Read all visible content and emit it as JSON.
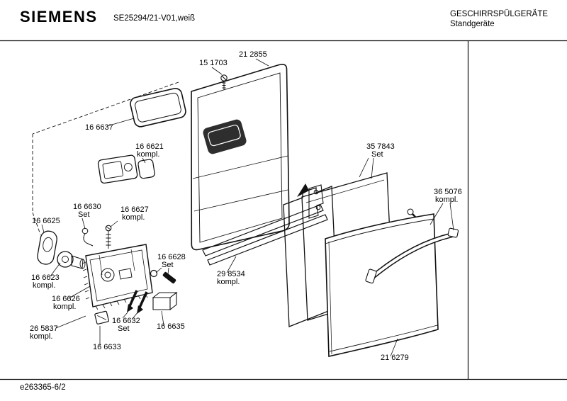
{
  "header": {
    "brand": "SIEMENS",
    "model": "SE25294/21-V01,weiß",
    "product_line": "GESCHIRRSPÜLGERÄTE",
    "product_type": "Standgeräte"
  },
  "footer": {
    "document_number": "e263365-6/2"
  },
  "parts": [
    {
      "number": "15 1703",
      "note": ""
    },
    {
      "number": "21 2855",
      "note": ""
    },
    {
      "number": "16 6637",
      "note": ""
    },
    {
      "number": "16 6621",
      "note": "kompl."
    },
    {
      "number": "16 6630",
      "note": "Set"
    },
    {
      "number": "16 6627",
      "note": "kompl."
    },
    {
      "number": "16 6625",
      "note": ""
    },
    {
      "number": "16 6623",
      "note": "kompl."
    },
    {
      "number": "16 6626",
      "note": "kompl."
    },
    {
      "number": "16 6628",
      "note": "Set"
    },
    {
      "number": "29 8534",
      "note": "kompl."
    },
    {
      "number": "35 7843",
      "note": "Set"
    },
    {
      "number": "36 5076",
      "note": "kompl."
    },
    {
      "number": "26 5837",
      "note": "kompl."
    },
    {
      "number": "16 6632",
      "note": "Set"
    },
    {
      "number": "16 6635",
      "note": ""
    },
    {
      "number": "16 6633",
      "note": ""
    },
    {
      "number": "21 6279",
      "note": ""
    }
  ]
}
